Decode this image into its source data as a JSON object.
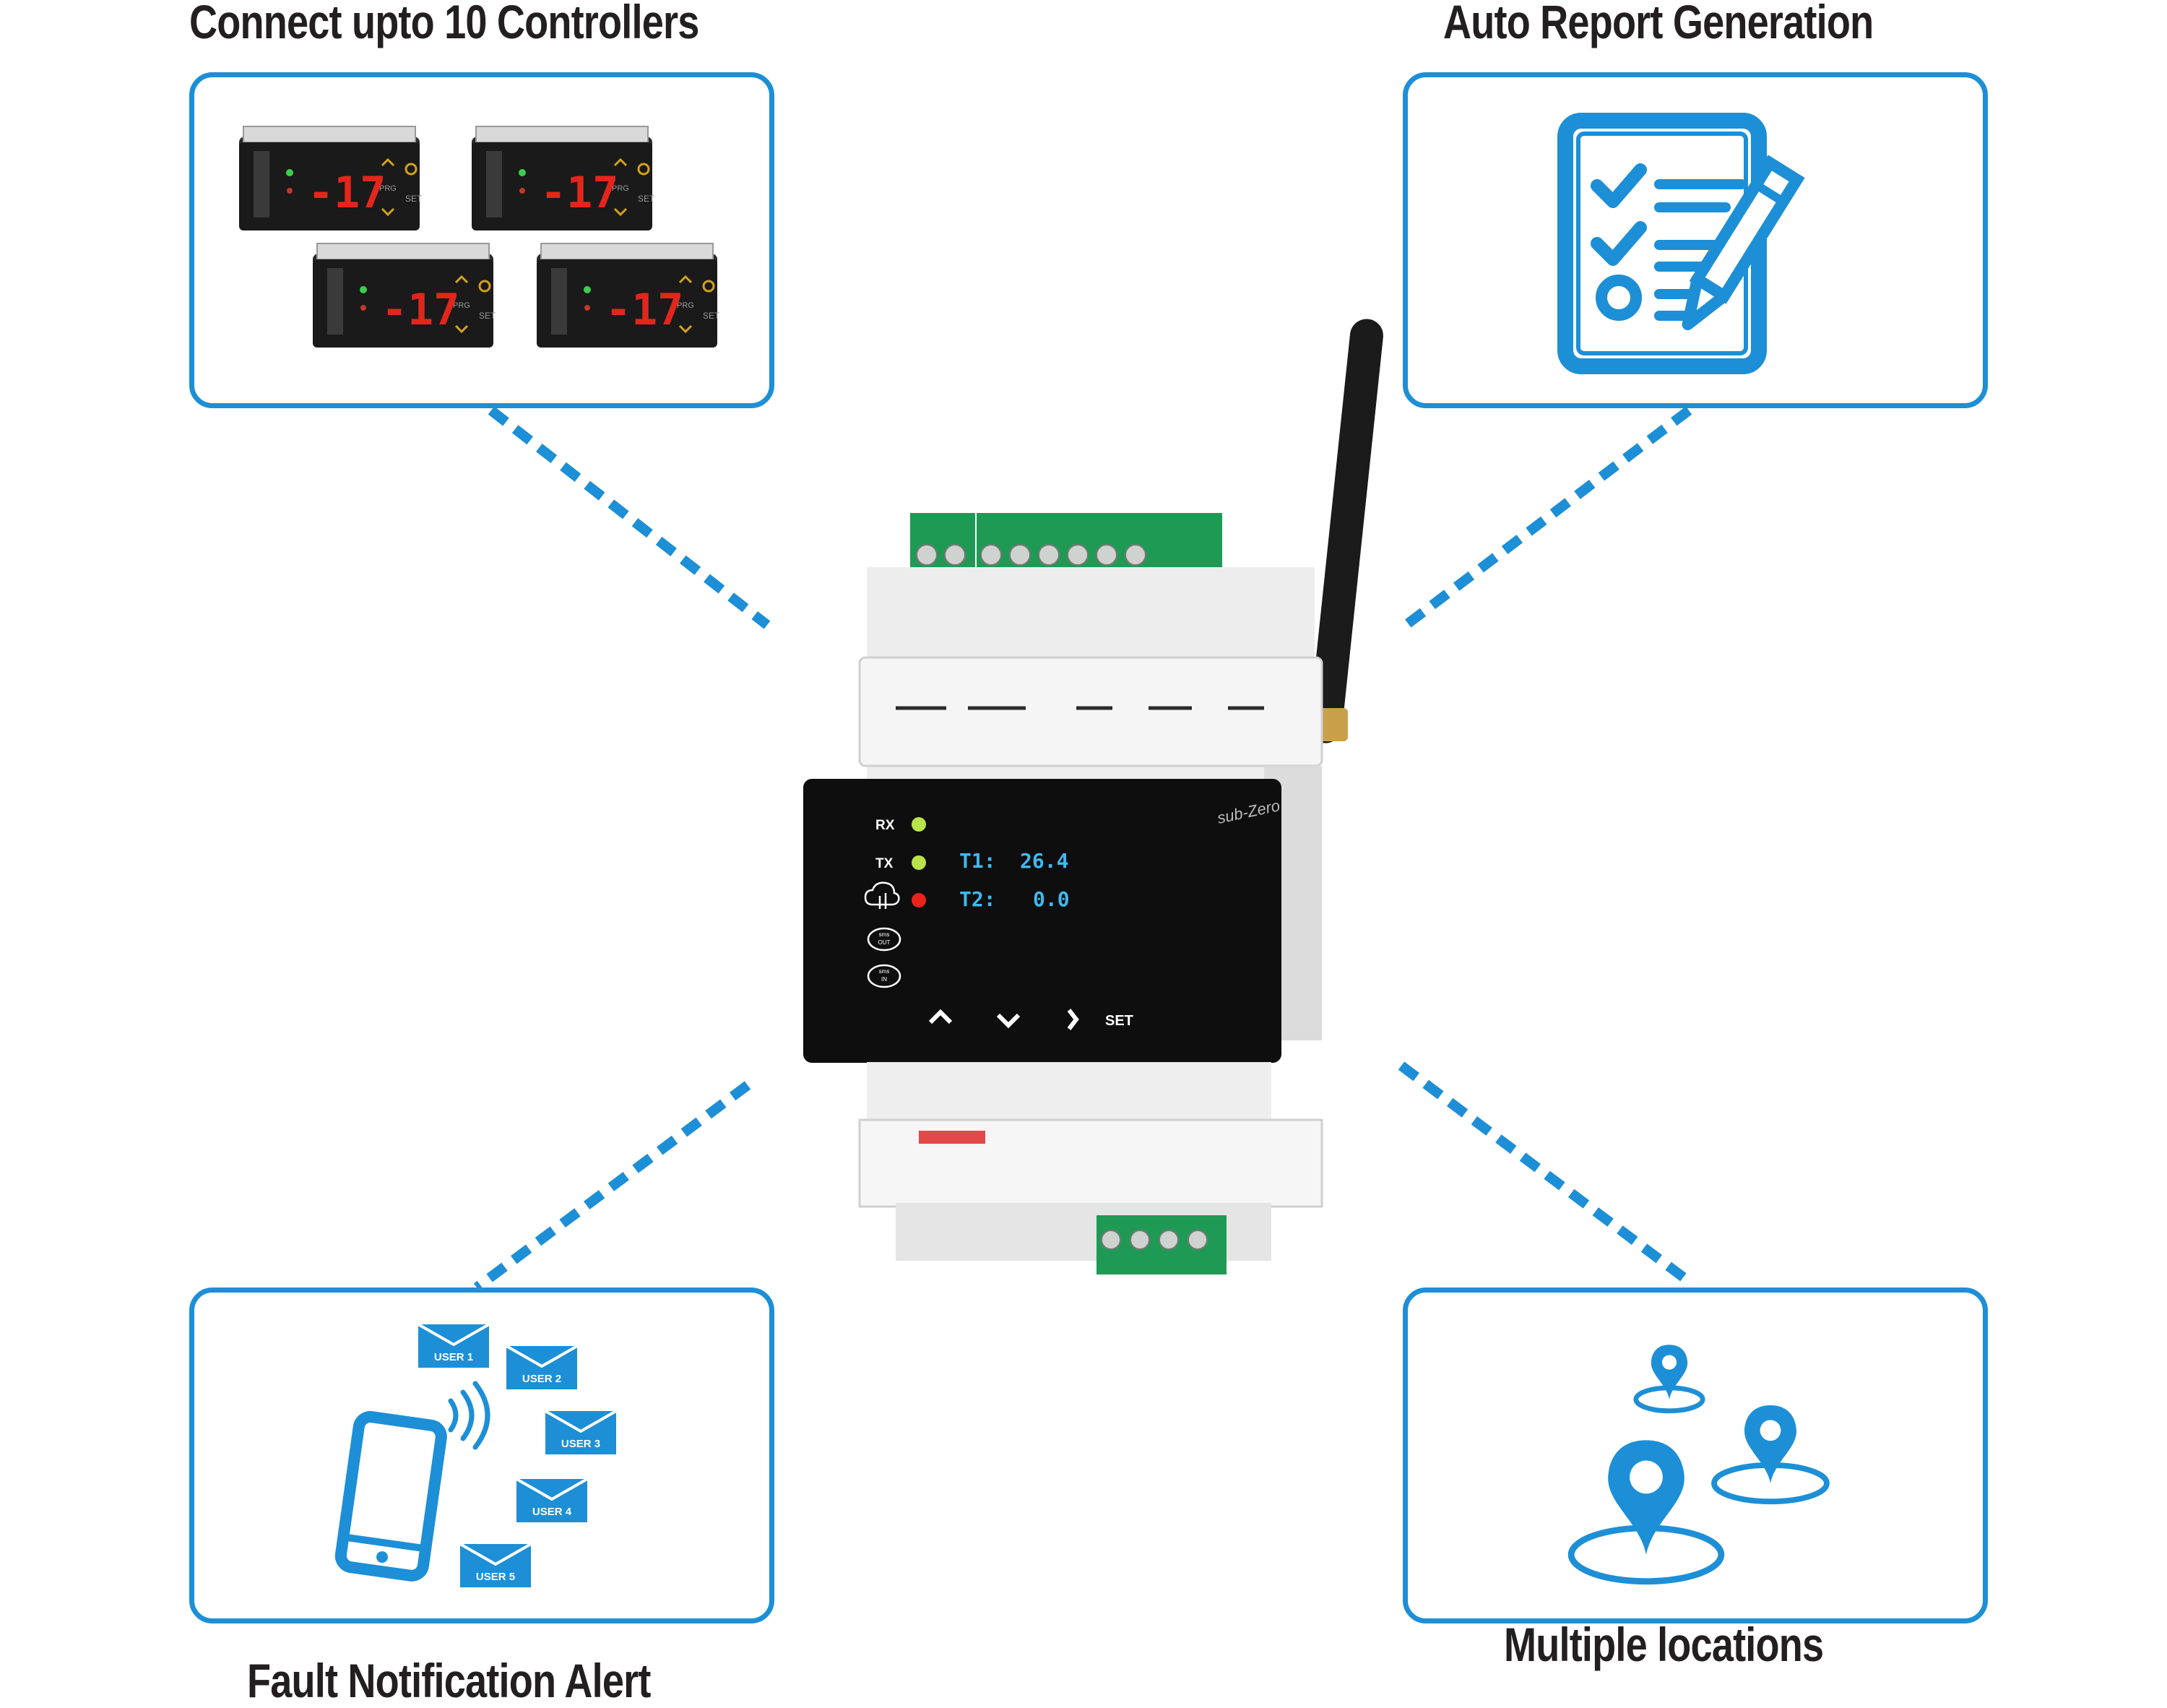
{
  "headings": {
    "top_left": "Connect upto 10 Controllers",
    "top_right": "Auto Report Generation",
    "bottom_left": "Fault Notification Alert",
    "bottom_right": "Multiple locations"
  },
  "controller_display": "-17",
  "users": [
    "USER 1",
    "USER 2",
    "USER 3",
    "USER 4",
    "USER 5"
  ],
  "device": {
    "brand": "sub-Zero",
    "rx": "RX",
    "tx": "TX",
    "t1_label": "T1:",
    "t1_value": "26.4",
    "t2_label": "T2:",
    "t2_value": "0.0",
    "sms_out": "OUT",
    "sms_in": "IN",
    "sms": "sms",
    "set": "SET",
    "led_colors": {
      "rx": "#b8e34a",
      "tx": "#b8e34a",
      "cloud": "#e8241c"
    },
    "readout_color": "#3fb9f0"
  },
  "colors": {
    "accent": "#1d8fd6",
    "terminal_green": "#1f9a55"
  }
}
